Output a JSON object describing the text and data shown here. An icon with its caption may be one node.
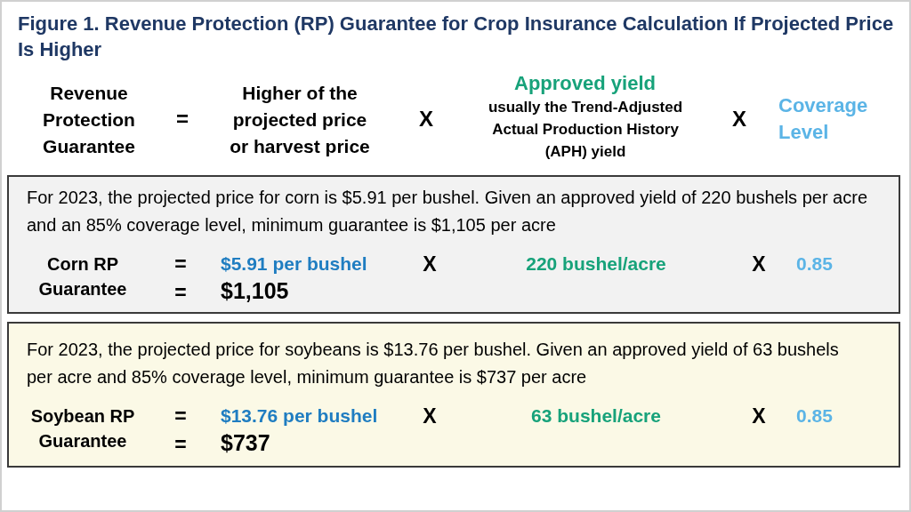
{
  "diagram": {
    "title": "Figure 1. Revenue Protection (RP) Guarantee for Crop Insurance Calculation If Projected Price Is Higher",
    "nodes": [
      {
        "text": [
          "For 2023, the projected price for corn is $5.91 per bushel. Given an approved yield of 220 bushels per acre and an 85% coverage level, minimum guarantee is $1,105 per acre",
          "Corn RP Guarantee",
          "=",
          "$5.91 per bushel",
          "X",
          "220 bushel/acre",
          "X",
          "0.85",
          "=",
          "$1,105"
        ]
      },
      {
        "text": [
          "For 2023, the projected price for soybeans is $13.76 per bushel. Given an approved yield of 63 bushels per acre and 85% coverage level, minimum guarantee is $737 per acre",
          "Soybean RP Guarantee",
          "=",
          "$13.76 per bushel",
          "X",
          "63 bushel/acre",
          "X",
          "0.85",
          "=",
          "$737"
        ]
      }
    ],
    "labels": [
      "Revenue Protection Guarantee",
      "=",
      "Higher of the projected price or harvest price",
      "X",
      "Approved yield",
      "usually the Trend-Adjusted Actual Production History (APH) yield",
      "X",
      "Coverage Level"
    ]
  }
}
